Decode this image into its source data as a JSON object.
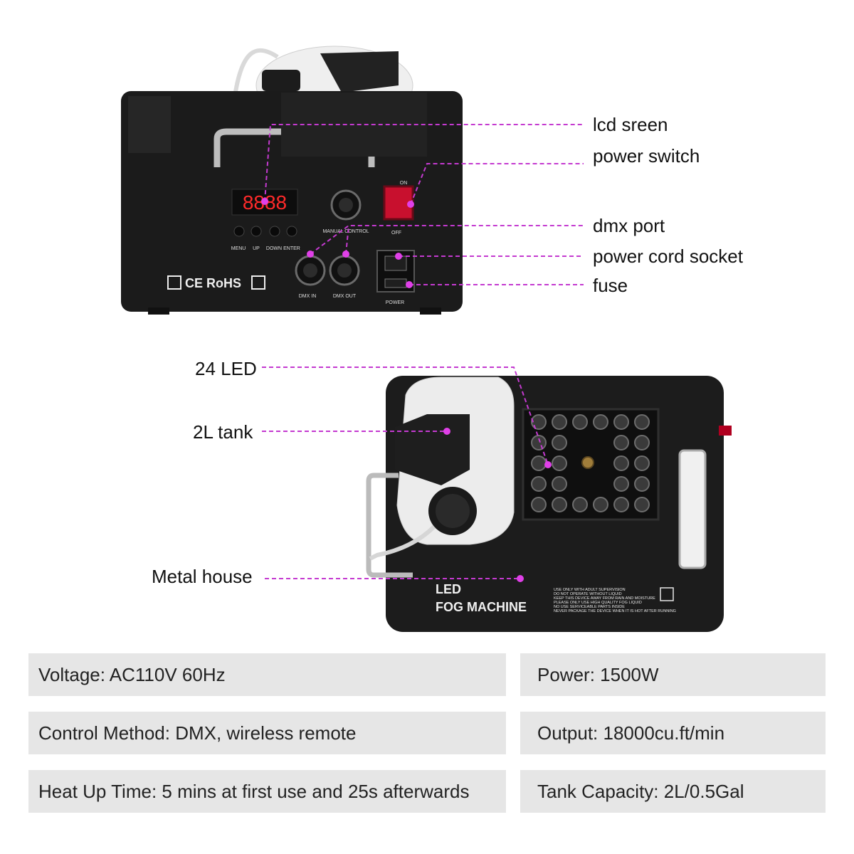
{
  "colors": {
    "callout_magenta": "#c43ad0",
    "spec_background": "#e6e6e6",
    "device_body": "#1a1a1a",
    "led_display": "#ff2a2a",
    "power_switch": "#c8102e"
  },
  "top_device": {
    "display_digits": "8888",
    "button_labels": [
      "MENU",
      "UP",
      "DOWN",
      "ENTER"
    ],
    "manual_control_label": "MANUAL CONTROL",
    "switch_on_label": "ON",
    "switch_off_label": "OFF",
    "dmx_in_label": "DMX IN",
    "dmx_out_label": "DMX OUT",
    "power_label": "POWER",
    "cert_marks": "CE RoHS"
  },
  "bottom_device": {
    "line1": "LED",
    "line2": "FOG MACHINE",
    "warning_lines": [
      "USE ONLY WITH ADULT SUPERVISION",
      "DO NOT OPERATE WITHOUT LIQUID",
      "KEEP THIS DEVICE AWAY FROM RAIN AND MOISTURE",
      "PLEASE ONLY USE HIGH QUALITY FOG LIQUID",
      "NO USE SERVICEABLE PARTS INSIDE",
      "NEVER PACKAGE THE DEVICE WHEN IT IS HOT AFTER RUNNING"
    ]
  },
  "callouts_top": [
    {
      "label": "lcd sreen"
    },
    {
      "label": "power switch"
    },
    {
      "label": "dmx port"
    },
    {
      "label": "power cord socket"
    },
    {
      "label": "fuse"
    }
  ],
  "callouts_bottom": [
    {
      "label": "24 LED"
    },
    {
      "label": "2L tank"
    },
    {
      "label": "Metal house"
    }
  ],
  "specs": [
    {
      "text": "Voltage: AC110V 60Hz"
    },
    {
      "text": "Power: 1500W"
    },
    {
      "text": "Control Method: DMX, wireless remote"
    },
    {
      "text": "Output: 18000cu.ft/min"
    },
    {
      "text": "Heat Up Time: 5 mins at first use and 25s afterwards"
    },
    {
      "text": "Tank Capacity: 2L/0.5Gal"
    }
  ]
}
